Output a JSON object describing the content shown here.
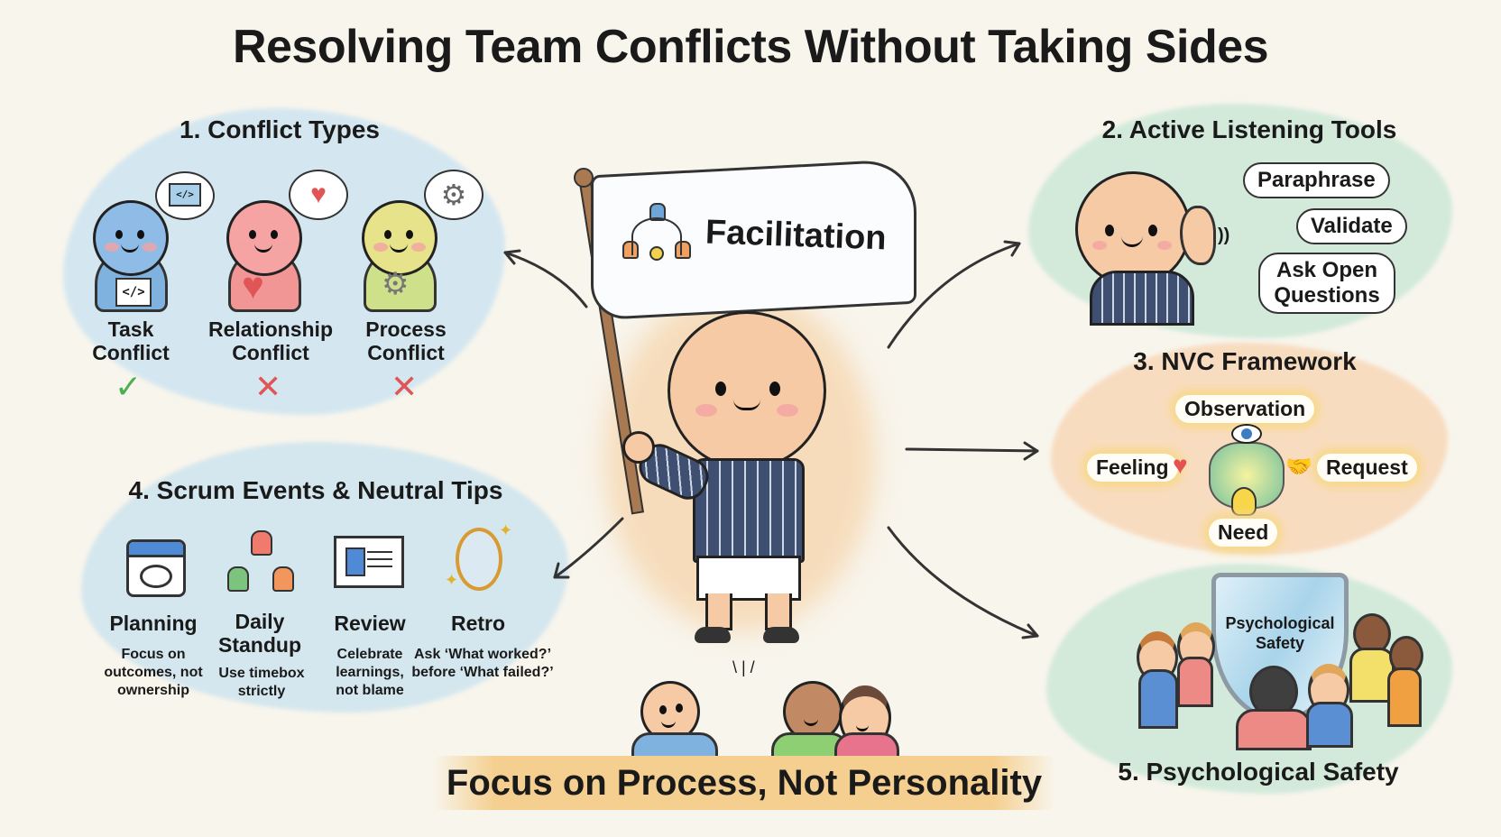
{
  "title": "Resolving Team Conflicts Without Taking Sides",
  "center": {
    "flag_label": "Facilitation",
    "flag_icon": "team-network-icon"
  },
  "sections": {
    "conflict_types": {
      "title": "1. Conflict Types",
      "items": [
        {
          "line1": "Task",
          "line2": "Conflict",
          "thought_icon": "code-icon",
          "verdict": "✓",
          "verdict_color": "#4caf50"
        },
        {
          "line1": "Relationship",
          "line2": "Conflict",
          "thought_icon": "broken-heart-icon",
          "verdict": "✕",
          "verdict_color": "#e05555"
        },
        {
          "line1": "Process",
          "line2": "Conflict",
          "thought_icon": "gear-icon",
          "verdict": "✕",
          "verdict_color": "#e05555"
        }
      ]
    },
    "active_listening": {
      "title": "2. Active Listening Tools",
      "bubbles": [
        "Paraphrase",
        "Validate",
        "Ask Open Questions"
      ]
    },
    "nvc": {
      "title": "3. NVC Framework",
      "observation": "Observation",
      "feeling": "Feeling",
      "request": "Request",
      "need": "Need"
    },
    "scrum": {
      "title": "4. Scrum Events & Neutral Tips",
      "events": [
        {
          "name": "Planning",
          "tip": "Focus on outcomes, not ownership",
          "icon": "calendar-icon"
        },
        {
          "name": "Daily Standup",
          "tip": "Use timebox strictly",
          "icon": "team-cycle-icon"
        },
        {
          "name": "Review",
          "tip": "Celebrate learnings, not blame",
          "icon": "presentation-icon"
        },
        {
          "name": "Retro",
          "tip": "Ask ‘What worked?’ before ‘What failed?’",
          "icon": "mirror-icon"
        }
      ]
    },
    "safety": {
      "title": "5. Psychological Safety",
      "shield_line1": "Psychological",
      "shield_line2": "Safety"
    }
  },
  "footer": "Focus on Process, Not Personality",
  "colors": {
    "background": "#f8f5ec",
    "blue_zone": "#d6e8ef",
    "green_zone": "#d3ead8",
    "orange_zone": "#f7dcc0",
    "footer_band": "#f5cf8f"
  }
}
